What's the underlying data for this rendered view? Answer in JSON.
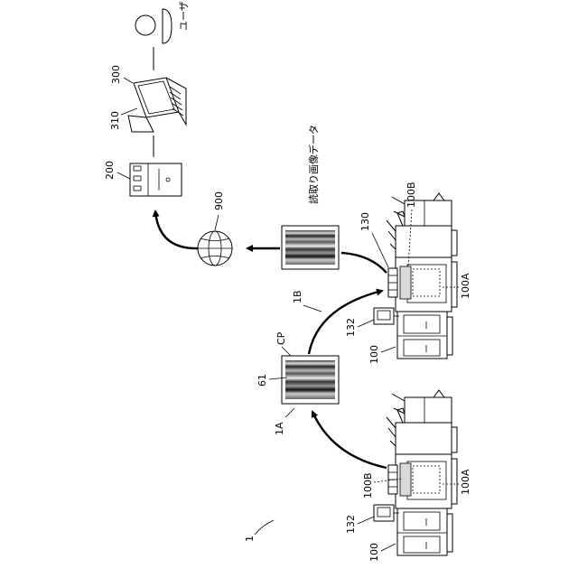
{
  "labels": {
    "system": "1",
    "arrow_1a": "1A",
    "arrow_1b": "1B",
    "image_forming_device_left": "100",
    "image_forming_device_right": "100",
    "main_unit_left": "100A",
    "main_unit_right": "100A",
    "scanner_left": "100B",
    "scanner_right": "100B",
    "operation_panel_left": "132",
    "operation_panel_right": "132",
    "feeder": "130",
    "chart_sheet": "CP",
    "chart_patch": "61",
    "network": "900",
    "server": "200",
    "terminal": "300",
    "terminal_display": "310",
    "read_image_data": "読取り画像データ",
    "user": "ユーザ"
  }
}
